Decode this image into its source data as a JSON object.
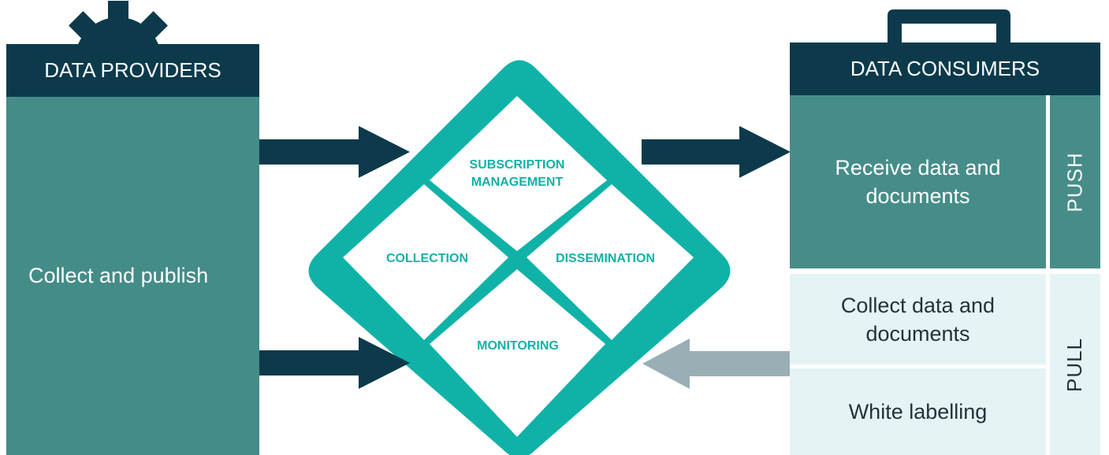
{
  "providers": {
    "title": "DATA PROVIDERS",
    "body": "Collect and publish",
    "icon": "gear-icon"
  },
  "consumers": {
    "title": "DATA CONSUMERS",
    "icon": "monitor-icon",
    "receive": "Receive data and documents",
    "push": "PUSH",
    "collect": "Collect data and documents",
    "white_labelling": "White labelling",
    "pull": "PULL"
  },
  "platform": {
    "subscription": "SUBSCRIPTION MANAGEMENT",
    "collection": "COLLECTION",
    "dissemination": "DISSEMINATION",
    "monitoring": "MONITORING"
  },
  "colors": {
    "navy": "#0c3a4b",
    "teal_box": "#448c88",
    "teal_diamond": "#10b2a7",
    "light_box": "#e6f3f4",
    "gray_arrow": "#9aaeb5"
  }
}
